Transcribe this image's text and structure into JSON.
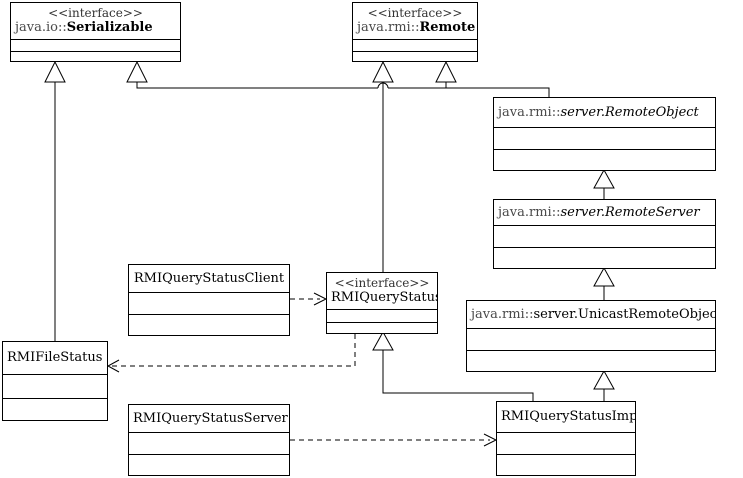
{
  "colors": {
    "line": "#000000",
    "background": "#ffffff"
  },
  "classes": {
    "serializable": {
      "stereotype": "<<interface>>",
      "package": "java.io::",
      "name": "Serializable"
    },
    "remote": {
      "stereotype": "<<interface>>",
      "package": "java.rmi::",
      "name": "Remote"
    },
    "remote_object": {
      "package": "java.rmi::",
      "qualifier": "server.",
      "name": "RemoteObject"
    },
    "remote_server": {
      "package": "java.rmi::",
      "qualifier": "server.",
      "name": "RemoteServer"
    },
    "unicast_remote_object": {
      "package": "java.rmi::",
      "name": "server.UnicastRemoteObject"
    },
    "query_status_client": {
      "name": "RMIQueryStatusClient"
    },
    "query_status": {
      "stereotype": "<<interface>>",
      "name": "RMIQueryStatus"
    },
    "file_status": {
      "name": "RMIFileStatus"
    },
    "query_status_server": {
      "name": "RMIQueryStatusServer"
    },
    "query_status_impl": {
      "name": "RMIQueryStatusImpl"
    }
  },
  "relations": [
    {
      "from": "RMIFileStatus",
      "to": "Serializable",
      "kind": "realization"
    },
    {
      "from": "RemoteObject",
      "to": "Serializable",
      "kind": "realization"
    },
    {
      "from": "RemoteObject",
      "to": "Remote",
      "kind": "realization"
    },
    {
      "from": "RMIQueryStatus",
      "to": "Remote",
      "kind": "generalization"
    },
    {
      "from": "RemoteServer",
      "to": "RemoteObject",
      "kind": "generalization"
    },
    {
      "from": "UnicastRemoteObject",
      "to": "RemoteServer",
      "kind": "generalization"
    },
    {
      "from": "RMIQueryStatusImpl",
      "to": "UnicastRemoteObject",
      "kind": "generalization"
    },
    {
      "from": "RMIQueryStatusImpl",
      "to": "RMIQueryStatus",
      "kind": "realization"
    },
    {
      "from": "RMIQueryStatusClient",
      "to": "RMIQueryStatus",
      "kind": "dependency"
    },
    {
      "from": "RMIQueryStatus",
      "to": "RMIFileStatus",
      "kind": "dependency"
    },
    {
      "from": "RMIQueryStatusServer",
      "to": "RMIQueryStatusImpl",
      "kind": "dependency"
    }
  ]
}
